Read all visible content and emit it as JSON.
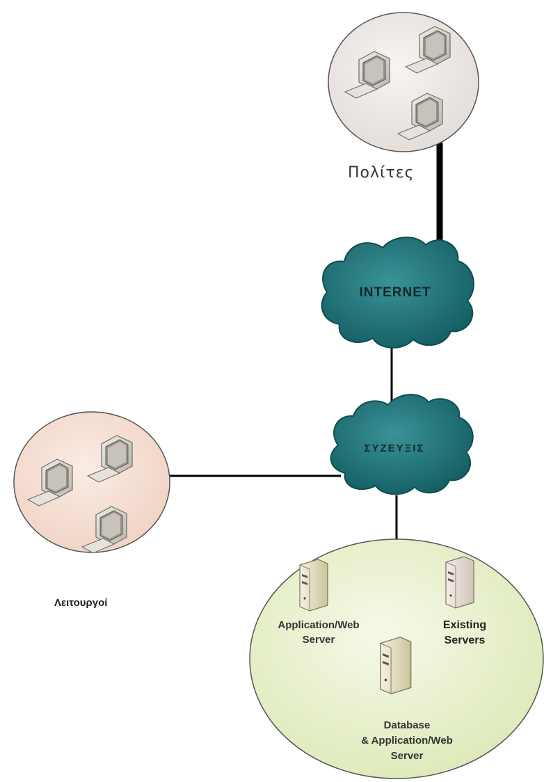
{
  "diagram": {
    "nodes": {
      "citizens": {
        "label": "Πολίτες"
      },
      "officials": {
        "label": "Λειτουργοί"
      },
      "internet": {
        "label": "INTERNET"
      },
      "syzeyxis": {
        "label": "ΣΥΖΕΥΞΙΣ"
      },
      "app_server": {
        "label_line1": "Application/Web",
        "label_line2": "Server"
      },
      "existing_servers": {
        "label_line1": "Existing",
        "label_line2": "Servers"
      },
      "db_server": {
        "label_line1": "Database",
        "label_line2": "& Application/Web",
        "label_line3": "Server"
      }
    },
    "colors": {
      "citizens_fill": "#ece7e4",
      "officials_fill": "#f5dfd4",
      "servers_fill": "#eaf2cf",
      "cloud_fill": "#1f6f73",
      "line": "#000000"
    }
  }
}
